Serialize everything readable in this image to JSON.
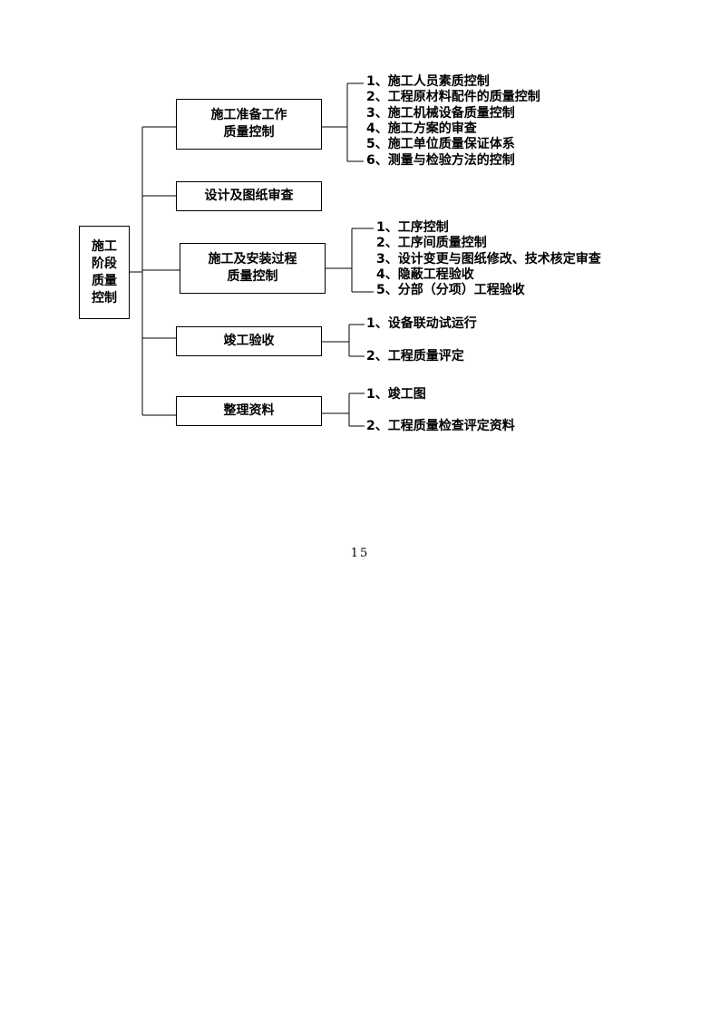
{
  "root": {
    "lines": [
      "施工",
      "阶段",
      "质量",
      "控制"
    ]
  },
  "branches": [
    {
      "lines": [
        "施工准备工作",
        "质量控制"
      ],
      "items": [
        "1、施工人员素质控制",
        "2、工程原材料配件的质量控制",
        "3、施工机械设备质量控制",
        "4、施工方案的审查",
        "5、施工单位质量保证体系",
        "6、测量与检验方法的控制"
      ]
    },
    {
      "lines": [
        "设计及图纸审查"
      ],
      "items": []
    },
    {
      "lines": [
        "施工及安装过程",
        "质量控制"
      ],
      "items": [
        "1、工序控制",
        "2、工序间质量控制",
        "3、设计变更与图纸修改、技术核定审查",
        "4、隐蔽工程验收",
        "5、分部（分项）工程验收"
      ]
    },
    {
      "lines": [
        "竣工验收"
      ],
      "items": [
        "1、设备联动试运行",
        "2、工程质量评定"
      ]
    },
    {
      "lines": [
        "整理资料"
      ],
      "items": [
        "1、竣工图",
        "2、工程质量检查评定资料"
      ]
    }
  ],
  "page_number": "15"
}
